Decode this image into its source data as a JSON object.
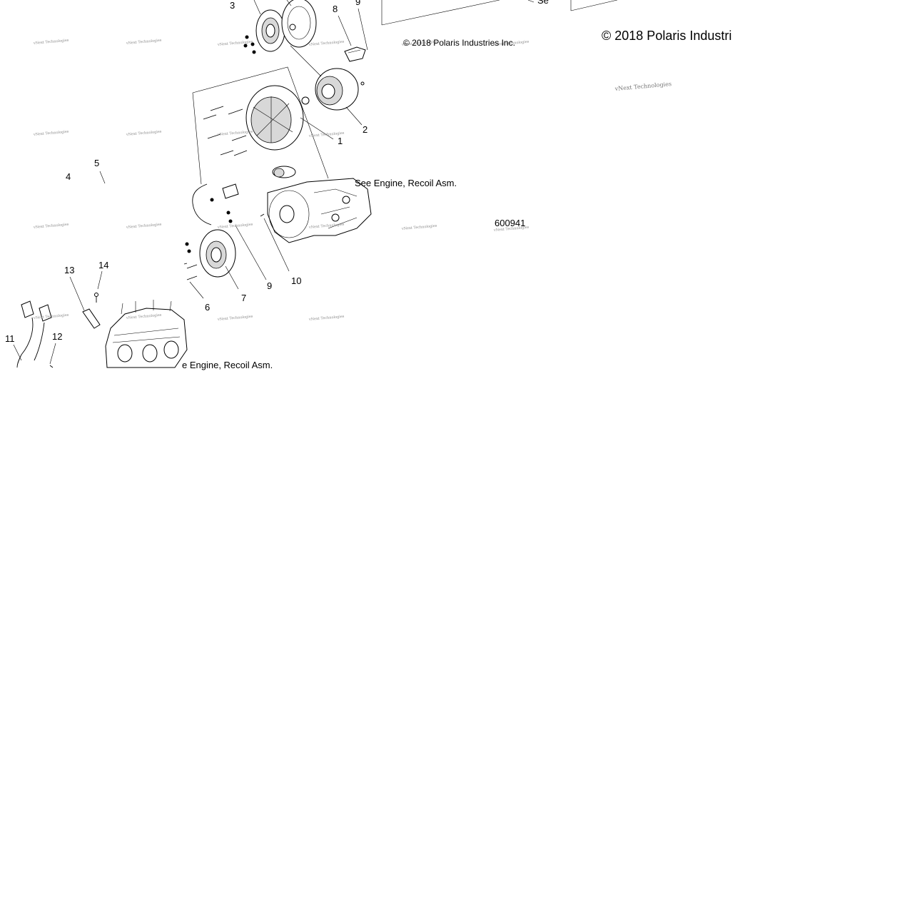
{
  "diagram": {
    "callouts": {
      "c1": "1",
      "c2": "2",
      "c3": "3",
      "c4": "4",
      "c5": "5",
      "c6": "6",
      "c7": "7",
      "c8": "8",
      "c9a": "9",
      "c9b": "9",
      "c10": "10",
      "c11": "11",
      "c12": "12",
      "c13": "13",
      "c14": "14"
    },
    "notes": {
      "see_engine_upper": "See Engine, Recoil Asm.",
      "see_engine_lower": "e Engine, Recoil Asm.",
      "see_top_fragment": "Se",
      "figure_number": "600941"
    },
    "copyright": {
      "small": "© 2018 Polaris Industries Inc.",
      "large": "© 2018 Polaris Industri"
    },
    "watermark": {
      "text": "vNext Technologies"
    }
  }
}
